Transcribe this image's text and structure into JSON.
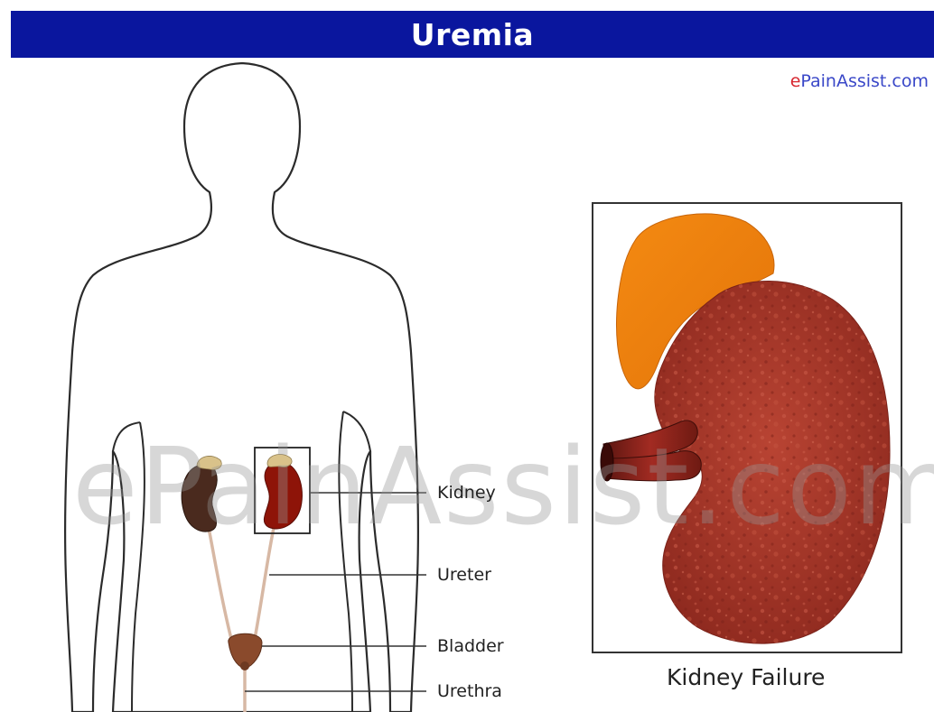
{
  "title": "Uremia",
  "brand": {
    "prefix": "e",
    "rest": "PainAssist.com"
  },
  "watermark": "ePainAssist.com",
  "labels": {
    "kidney": "Kidney",
    "ureter": "Ureter",
    "bladder": "Bladder",
    "urethra": "Urethra"
  },
  "caption": "Kidney Failure",
  "colors": {
    "title_bar": "#0a169e",
    "brand_blue": "#3a48c8",
    "brand_red": "#d7262f",
    "kidney_failed": "#a8372a",
    "adrenal": "#f08a10",
    "kidney_dark": "#4a2a1e",
    "kidney_red": "#8e1408"
  }
}
